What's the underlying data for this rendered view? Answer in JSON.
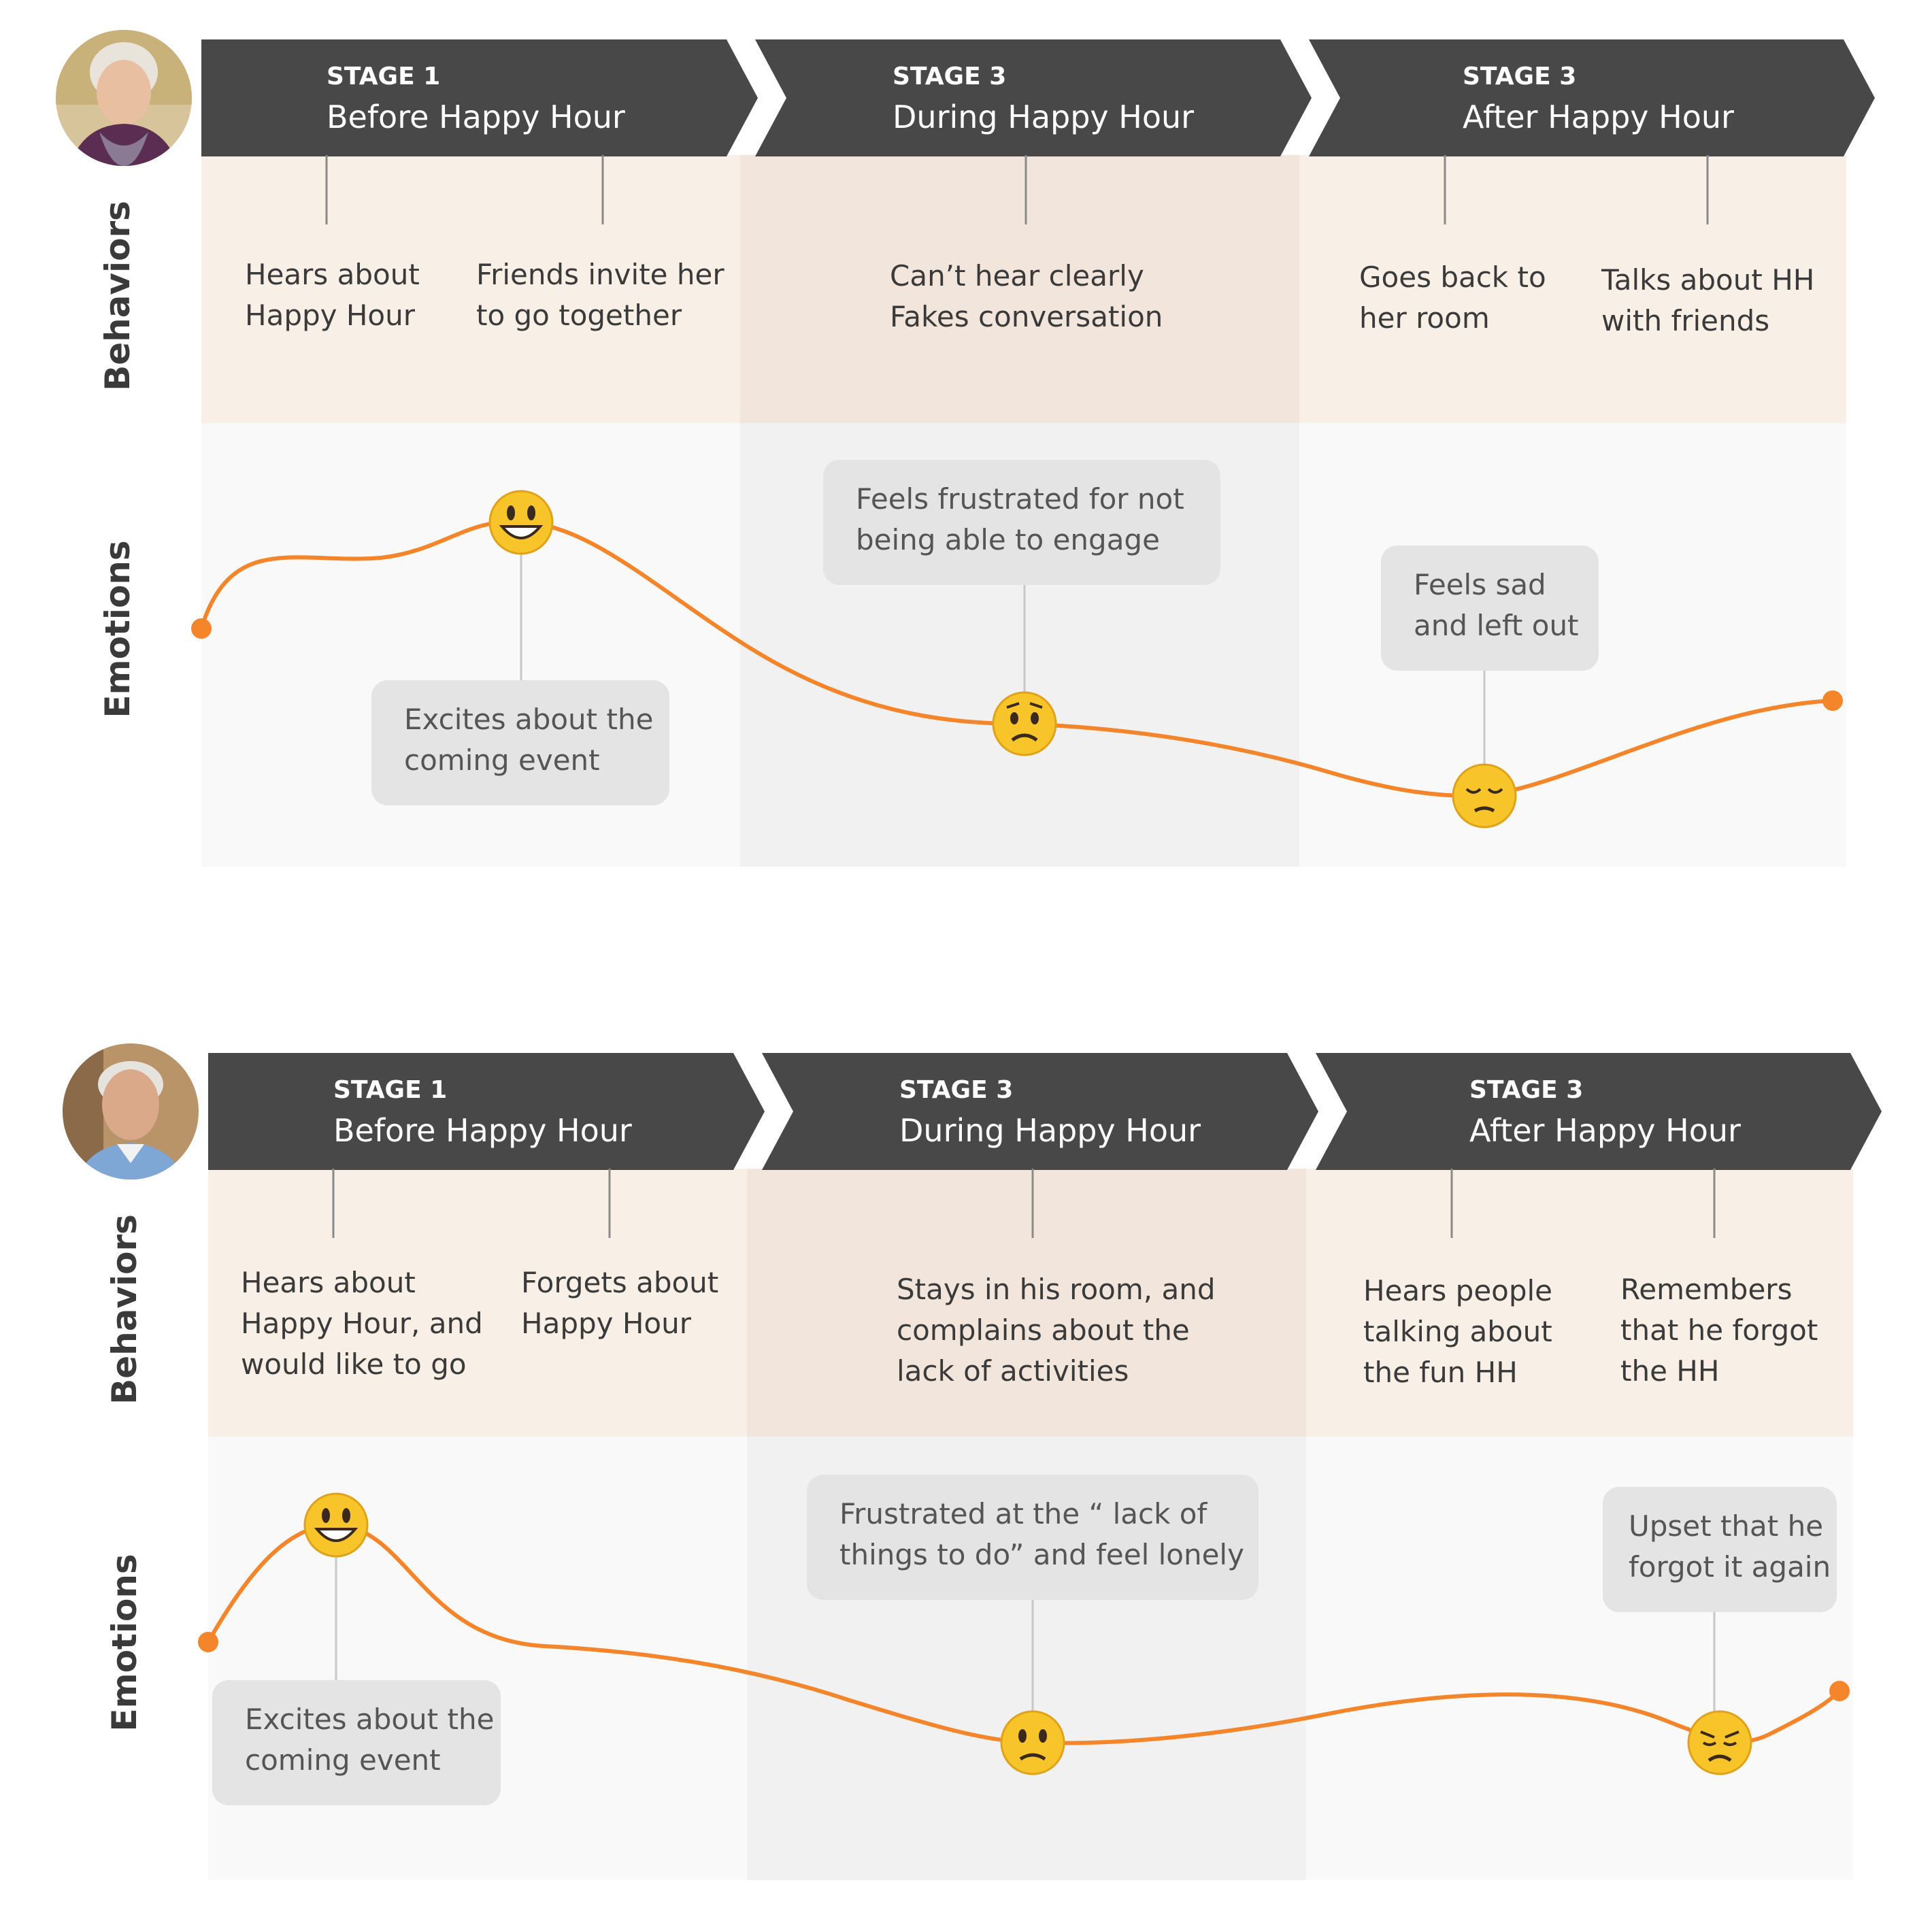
{
  "maps": [
    {
      "persona": "elderly-woman",
      "row_labels": {
        "behaviors": "Behaviors",
        "emotions": "Emotions"
      },
      "stages": [
        {
          "kicker": "STAGE 1",
          "name": "Before Happy Hour"
        },
        {
          "kicker": "STAGE 3",
          "name": "During Happy Hour"
        },
        {
          "kicker": "STAGE 3",
          "name": "After Happy Hour"
        }
      ],
      "behaviors": [
        {
          "lines": [
            "Hears about",
            "Happy Hour"
          ]
        },
        {
          "lines": [
            "Friends invite her",
            "to go together"
          ]
        },
        {
          "lines": [
            "Can’t hear clearly",
            "Fakes conversation"
          ]
        },
        {
          "lines": [
            "Goes back to",
            "her room"
          ]
        },
        {
          "lines": [
            "Talks about HH",
            "with friends"
          ]
        }
      ],
      "emotions": [
        {
          "lines": [
            "Excites about the",
            "coming event"
          ],
          "face": "grinning-face-icon"
        },
        {
          "lines": [
            "Feels frustrated for not",
            "being able to engage"
          ],
          "face": "worried-face-icon"
        },
        {
          "lines": [
            "Feels sad",
            "and left out"
          ],
          "face": "pensive-face-icon"
        }
      ]
    },
    {
      "persona": "elderly-man",
      "row_labels": {
        "behaviors": "Behaviors",
        "emotions": "Emotions"
      },
      "stages": [
        {
          "kicker": "STAGE 1",
          "name": "Before Happy Hour"
        },
        {
          "kicker": "STAGE 3",
          "name": "During Happy Hour"
        },
        {
          "kicker": "STAGE 3",
          "name": "After Happy Hour"
        }
      ],
      "behaviors": [
        {
          "lines": [
            "Hears about",
            "Happy Hour, and",
            "would like to go"
          ]
        },
        {
          "lines": [
            "Forgets about",
            "Happy Hour"
          ]
        },
        {
          "lines": [
            "Stays in his room, and",
            "complains about the",
            "lack of activities"
          ]
        },
        {
          "lines": [
            "Hears people",
            "talking about",
            "the fun HH"
          ]
        },
        {
          "lines": [
            "Remembers",
            "that he forgot",
            "the HH"
          ]
        }
      ],
      "emotions": [
        {
          "lines": [
            "Excites about the",
            "coming event"
          ],
          "face": "grinning-face-icon"
        },
        {
          "lines": [
            "Frustrated at the “ lack of",
            "things to do” and feel lonely"
          ],
          "face": "slightly-frowning-face-icon"
        },
        {
          "lines": [
            "Upset that he",
            "forgot it again"
          ],
          "face": "disappointed-face-icon"
        }
      ]
    }
  ],
  "colors": {
    "banner": "#484848",
    "behavior_band": "#f8efe6",
    "behavior_band_mid": "#f2e6dc",
    "emotion_band": "#f9f9f9",
    "emotion_band_mid": "#f1f1f1",
    "curve": "#f5852a",
    "bubble": "#e4e4e4"
  }
}
